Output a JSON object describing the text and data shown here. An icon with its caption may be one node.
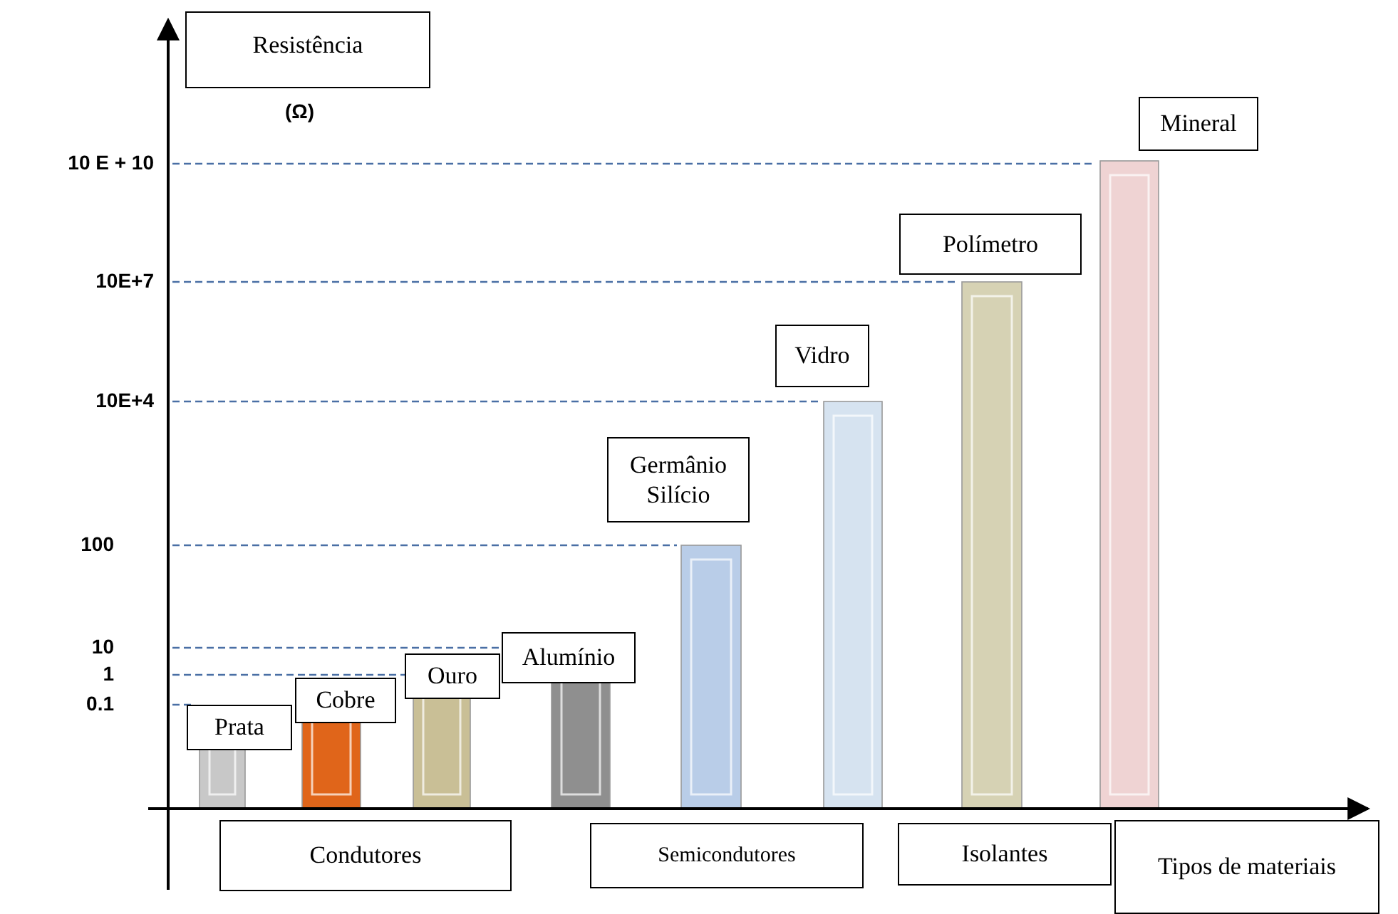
{
  "diagram": {
    "nodes": [
      {
        "text": [
          "Resistência"
        ],
        "beside": [
          "(Ω)"
        ]
      },
      {
        "text": [
          "Prata"
        ]
      },
      {
        "text": [
          "Cobre"
        ]
      },
      {
        "text": [
          "Ouro"
        ]
      },
      {
        "text": [
          "Alumínio"
        ]
      },
      {
        "text": [
          "Germânio Silício"
        ]
      },
      {
        "text": [
          "Vidro"
        ]
      },
      {
        "text": [
          "Polímetro"
        ]
      },
      {
        "text": [
          "Mineral"
        ]
      },
      {
        "text": [
          "Condutores"
        ]
      },
      {
        "text": [
          "Semicondutores"
        ]
      },
      {
        "text": [
          "Isolantes"
        ]
      },
      {
        "text": [
          "Tipos de materiais"
        ]
      }
    ],
    "edges": [],
    "labels": [
      "10 E + 10",
      "10E+7",
      "10E+4",
      "100",
      "10",
      "1",
      "0.1"
    ]
  }
}
